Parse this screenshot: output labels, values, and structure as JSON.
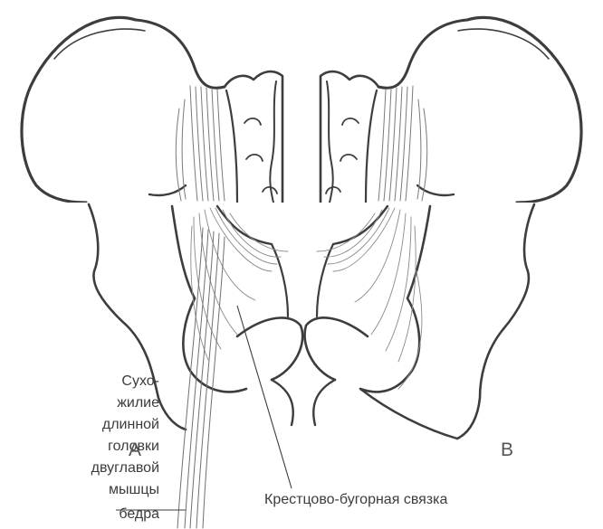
{
  "labels": {
    "tendon_lines": [
      "Сухо-",
      "жилие",
      "длинной",
      "головки",
      "двуглавой",
      "мышцы",
      "бедра"
    ],
    "ligament": "Крестцово-бугорная связка",
    "panel_a": "A",
    "panel_b": "B"
  },
  "colors": {
    "outline": "#3d3d3d",
    "fiber": "#8a8a8a",
    "background": "#ffffff"
  }
}
